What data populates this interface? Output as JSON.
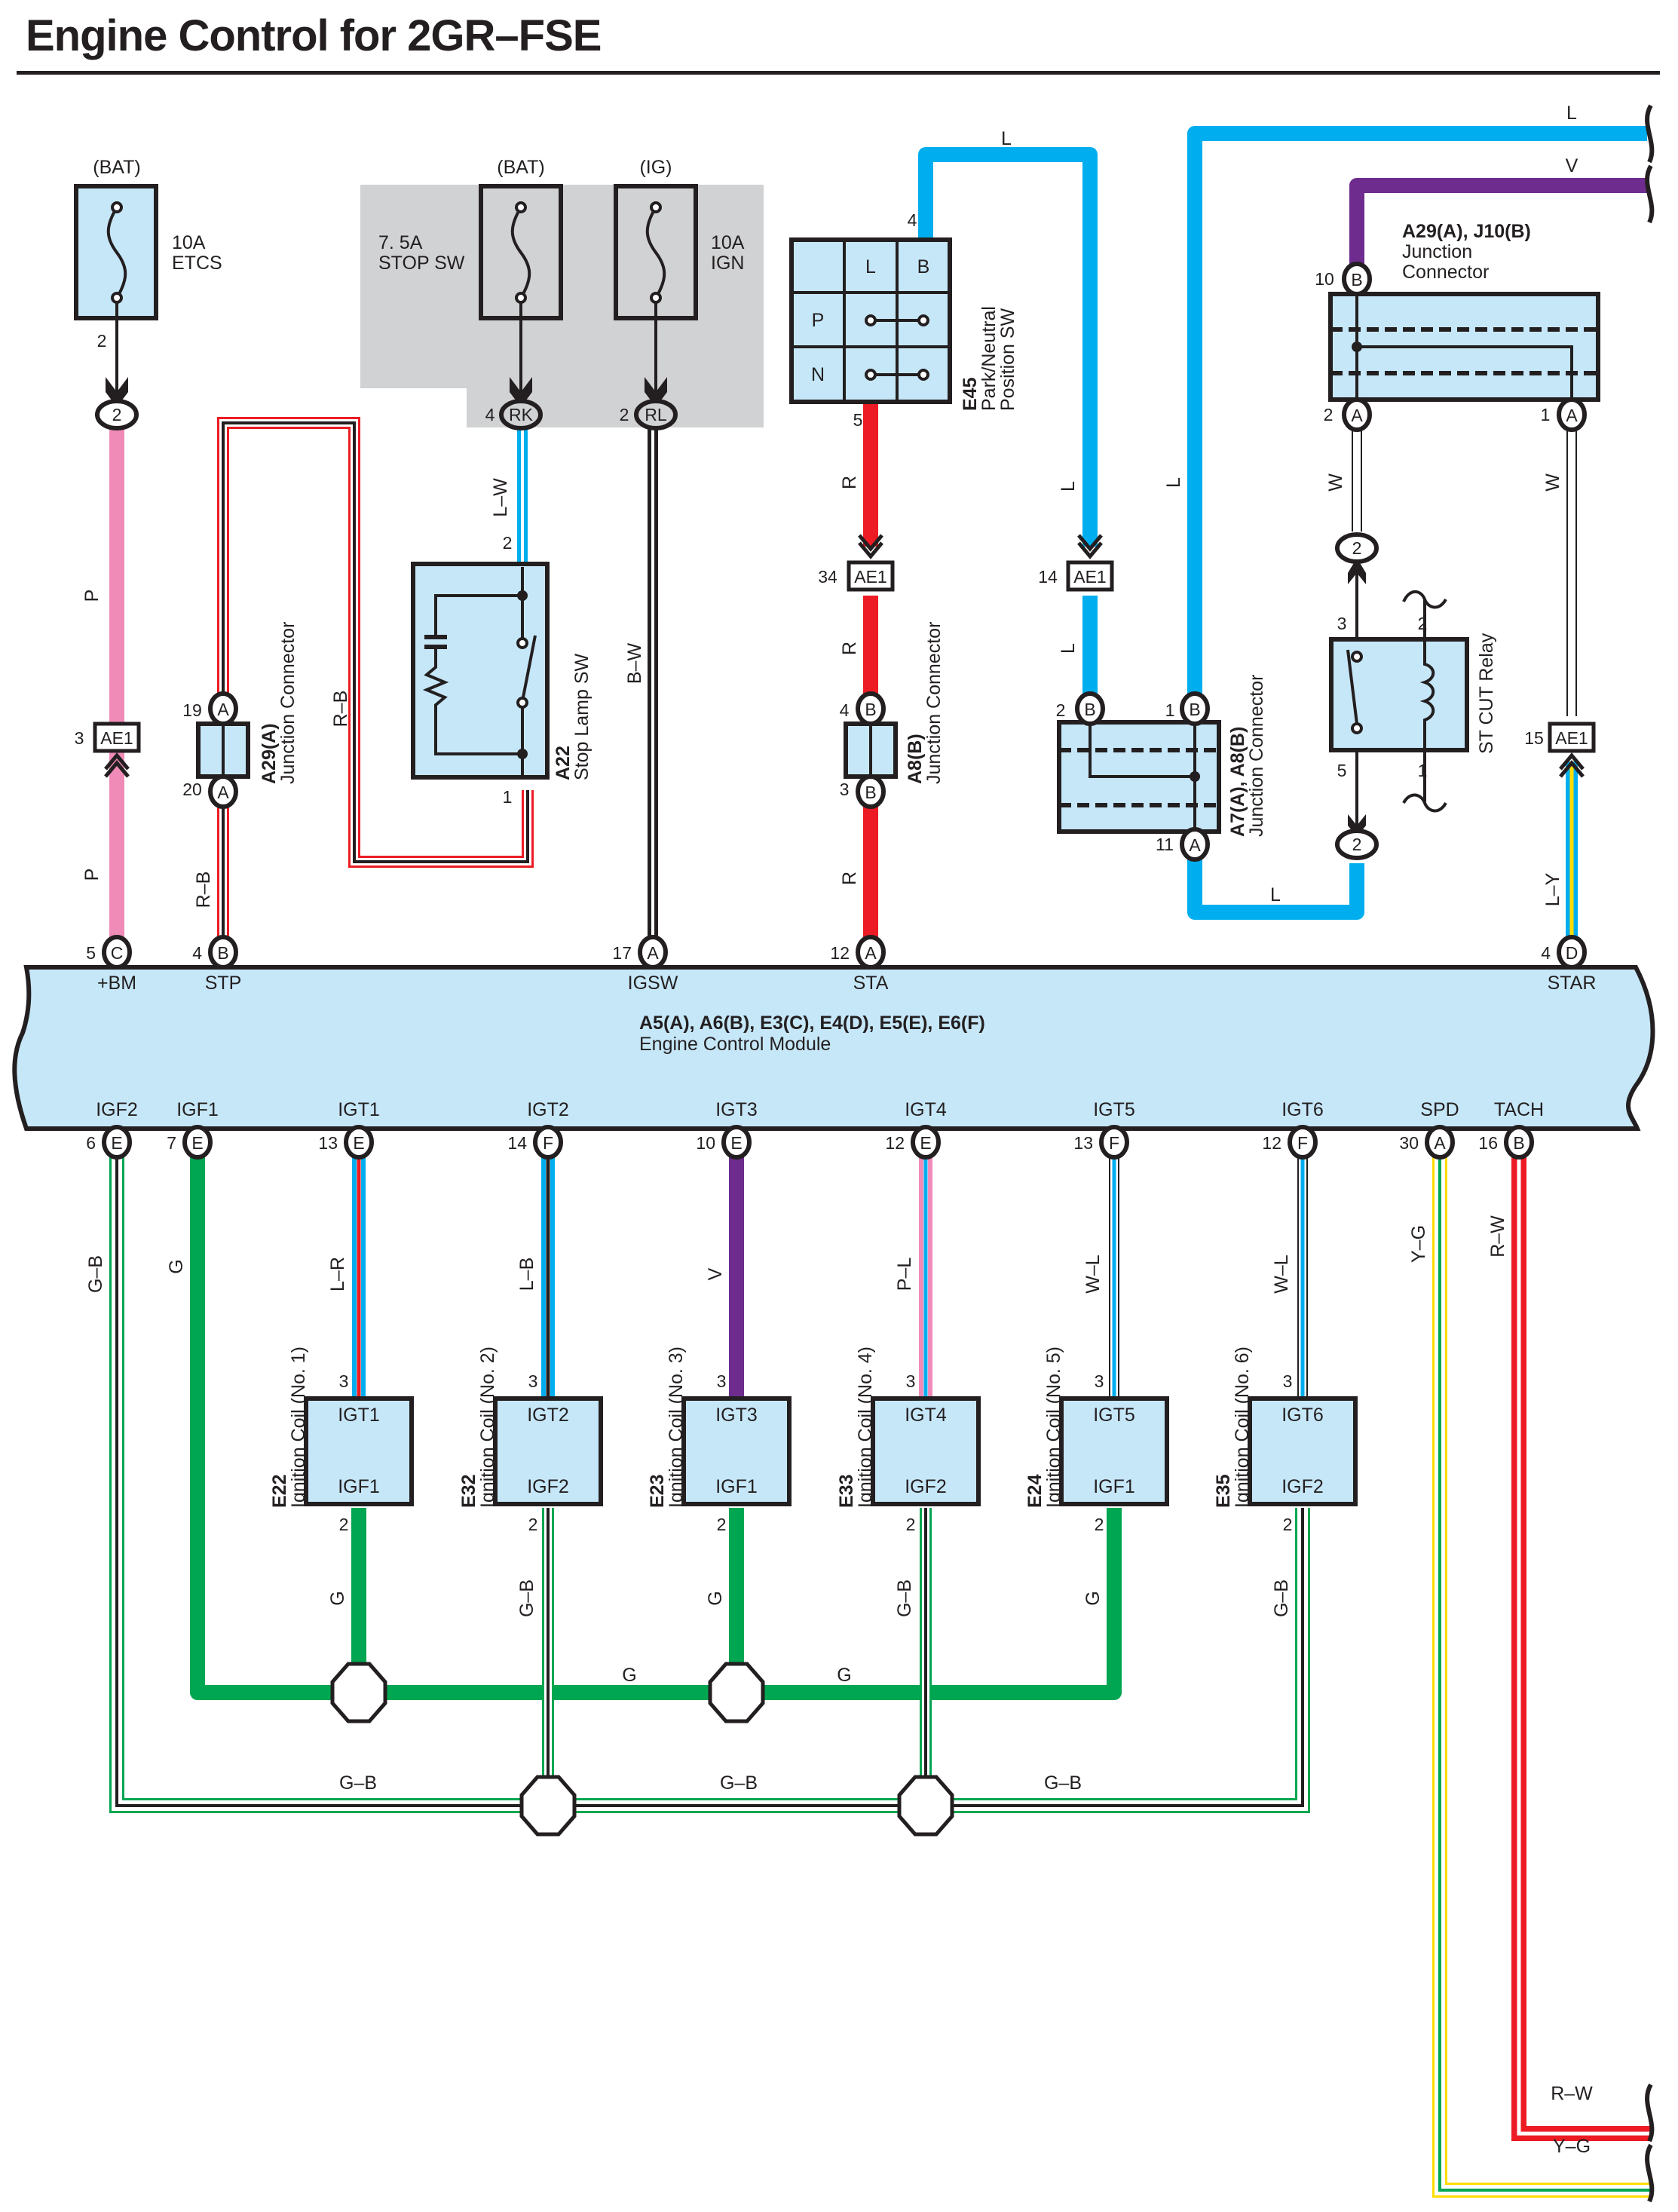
{
  "title": "Engine Control for 2GR–FSE",
  "colors": {
    "L": "#00aeef",
    "V": "#6d2c8e",
    "R": "#ed1c24",
    "G": "#00a651",
    "P": "#f08bb8",
    "Y": "#ffdd00",
    "B": "#231f20",
    "W": "#ffffff",
    "component_fill": "#c6e7f8",
    "shaded_area": "#d1d2d4"
  },
  "fuses": [
    {
      "source": "(BAT)",
      "rating": "10A",
      "name": "ETCS",
      "pin": "2",
      "connector": "2"
    },
    {
      "source": "(BAT)",
      "rating": "7. 5A",
      "name": "STOP SW",
      "pin": "4",
      "connector": "RK"
    },
    {
      "source": "(IG)",
      "rating": "10A",
      "name": "IGN",
      "pin": "2",
      "connector": "RL"
    }
  ],
  "components": {
    "e45": {
      "id": "E45",
      "name": "Park/Neutral",
      "name2": "Position SW",
      "cols": [
        "L",
        "B"
      ],
      "rows": [
        "P",
        "N"
      ],
      "pin_top": "4",
      "pin_bottom": "5"
    },
    "a22": {
      "id": "A22",
      "name": "Stop Lamp SW",
      "pin_top": "2",
      "pin_bottom": "1"
    },
    "a29a": {
      "id": "A29(A)",
      "name": "Junction Connector",
      "pin_top": "19",
      "pin_top_c": "A",
      "pin_bottom": "20",
      "pin_bottom_c": "A"
    },
    "a8b": {
      "id": "A8(B)",
      "name": "Junction Connector",
      "pin_top": "4",
      "pin_top_c": "B",
      "pin_bottom": "3",
      "pin_bottom_c": "B"
    },
    "a7a8": {
      "id": "A7(A), A8(B)",
      "name": "Junction Connector",
      "pins": [
        {
          "num": "2",
          "c": "B"
        },
        {
          "num": "1",
          "c": "B"
        },
        {
          "num": "11",
          "c": "A"
        }
      ]
    },
    "a29j10": {
      "id": "A29(A), J10(B)",
      "name": "Junction",
      "name2": "Connector",
      "pins": [
        {
          "num": "10",
          "c": "B"
        },
        {
          "num": "2",
          "c": "A"
        },
        {
          "num": "1",
          "c": "A"
        }
      ]
    },
    "relay": {
      "name": "ST CUT Relay",
      "pins": [
        "3",
        "2",
        "5",
        "1"
      ],
      "conn_top": "2",
      "conn_bottom": "2"
    },
    "ecm": {
      "ids": "A5(A), A6(B), E3(C), E4(D), E5(E), E6(F)",
      "name": "Engine Control Module"
    }
  },
  "inline_connectors": [
    {
      "pin": "3",
      "label": "AE1"
    },
    {
      "pin": "34",
      "label": "AE1"
    },
    {
      "pin": "14",
      "label": "AE1"
    },
    {
      "pin": "15",
      "label": "AE1"
    }
  ],
  "ecm_top_terminals": [
    {
      "pin": "5",
      "conn": "C",
      "name": "+BM",
      "wire": "P"
    },
    {
      "pin": "4",
      "conn": "B",
      "name": "STP",
      "wire": "R–B"
    },
    {
      "pin": "17",
      "conn": "A",
      "name": "IGSW",
      "wire": "B–W"
    },
    {
      "pin": "12",
      "conn": "A",
      "name": "STA",
      "wire": "R"
    },
    {
      "pin": "4",
      "conn": "D",
      "name": "STAR",
      "wire": "L–Y"
    }
  ],
  "ecm_bottom_terminals": [
    {
      "pin": "6",
      "conn": "E",
      "name": "IGF2",
      "wire": "G–B"
    },
    {
      "pin": "7",
      "conn": "E",
      "name": "IGF1",
      "wire": "G"
    },
    {
      "pin": "13",
      "conn": "E",
      "name": "IGT1",
      "wire": "L–R"
    },
    {
      "pin": "14",
      "conn": "F",
      "name": "IGT2",
      "wire": "L–B"
    },
    {
      "pin": "10",
      "conn": "E",
      "name": "IGT3",
      "wire": "V"
    },
    {
      "pin": "12",
      "conn": "E",
      "name": "IGT4",
      "wire": "P–L"
    },
    {
      "pin": "13",
      "conn": "F",
      "name": "IGT5",
      "wire": "W–L"
    },
    {
      "pin": "12",
      "conn": "F",
      "name": "IGT6",
      "wire": "W–L"
    },
    {
      "pin": "30",
      "conn": "A",
      "name": "SPD",
      "wire": "Y–G"
    },
    {
      "pin": "16",
      "conn": "B",
      "name": "TACH",
      "wire": "R–W"
    }
  ],
  "ignition_coils": [
    {
      "id": "E22",
      "name": "Ignition Coil (No. 1)",
      "top": "IGT1",
      "bottom": "IGF1",
      "pin_top": "3",
      "pin_bottom": "2",
      "ground_wire": "G"
    },
    {
      "id": "E32",
      "name": "Ignition Coil (No. 2)",
      "top": "IGT2",
      "bottom": "IGF2",
      "pin_top": "3",
      "pin_bottom": "2",
      "ground_wire": "G–B"
    },
    {
      "id": "E23",
      "name": "Ignition Coil (No. 3)",
      "top": "IGT3",
      "bottom": "IGF1",
      "pin_top": "3",
      "pin_bottom": "2",
      "ground_wire": "G"
    },
    {
      "id": "E33",
      "name": "Ignition Coil (No. 4)",
      "top": "IGT4",
      "bottom": "IGF2",
      "pin_top": "3",
      "pin_bottom": "2",
      "ground_wire": "G–B"
    },
    {
      "id": "E24",
      "name": "Ignition Coil (No. 5)",
      "top": "IGT5",
      "bottom": "IGF1",
      "pin_top": "3",
      "pin_bottom": "2",
      "ground_wire": "G"
    },
    {
      "id": "E35",
      "name": "Ignition Coil (No. 6)",
      "top": "IGT6",
      "bottom": "IGF2",
      "pin_top": "3",
      "pin_bottom": "2",
      "ground_wire": "G–B"
    }
  ],
  "wire_labels": {
    "etcs_upper": "P",
    "etcs_lower": "P",
    "stp_loop": "R–B",
    "stop_feed": "L–W",
    "e45_top": "L",
    "e45_down": "R",
    "sta_mid": "R",
    "sta_low": "R",
    "l_down1": "L",
    "l_down2": "L",
    "l_a7": "L",
    "l_main": "L",
    "l_top_right": "L",
    "v_top_right": "V",
    "l_bottom_loop": "L",
    "w_left": "W",
    "w_right": "W",
    "g_bus_1": "G",
    "g_bus_2": "G",
    "gb_bus_1": "G–B",
    "gb_bus_2": "G–B",
    "gb_bus_3": "G–B",
    "rw_out": "R–W",
    "yg_out": "Y–G"
  }
}
